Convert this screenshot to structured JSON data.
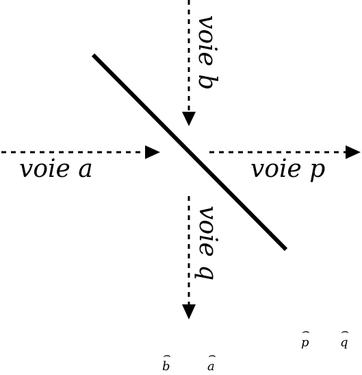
{
  "diagram": {
    "beams": {
      "a": "voie a",
      "b": "voie b",
      "p": "voie p",
      "q": "voie q"
    },
    "operators": {
      "b_hat": "b",
      "a_hat": "a",
      "p_hat": "p",
      "q_hat": "q"
    },
    "colors": {
      "line": "#000000",
      "background": "#ffffff"
    }
  }
}
